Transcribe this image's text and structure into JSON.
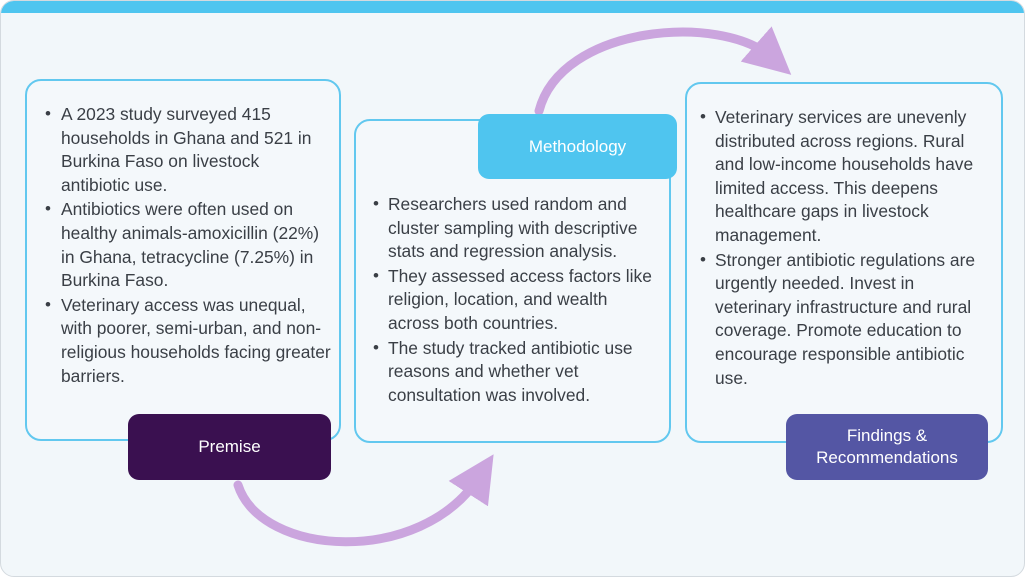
{
  "theme": {
    "accent_bar": "#4fc5ef",
    "card_border": "#62c8ef",
    "background": "#f2f7fa",
    "arrow": "#cba5de",
    "badge_premise_bg": "#3a1050",
    "badge_method_bg": "#4fc5ef",
    "badge_findings_bg": "#5456a4",
    "text": "#3a3f46"
  },
  "cards": {
    "premise": {
      "label": "Premise",
      "bullets": [
        "A 2023 study surveyed 415 households in Ghana and 521 in Burkina Faso on livestock antibiotic use.",
        "Antibiotics were often used on healthy animals-amoxicillin (22%) in Ghana, tetracycline (7.25%) in Burkina Faso.",
        "Veterinary access was unequal, with poorer, semi-urban, and non- religious households facing greater barriers."
      ]
    },
    "methodology": {
      "label": "Methodology",
      "bullets": [
        "Researchers used random and cluster sampling with descriptive stats and regression analysis.",
        "They assessed access factors like religion, location, and wealth across both countries.",
        "The study tracked antibiotic use reasons and whether vet consultation was involved."
      ]
    },
    "findings": {
      "label": "Findings & Recommendations",
      "label_line1": "Findings &",
      "label_line2": "Recommendations",
      "bullets": [
        "Veterinary services are unevenly distributed across regions. Rural and low-income households have limited access. This deepens healthcare gaps in livestock management.",
        "Stronger antibiotic regulations are urgently needed. Invest in veterinary infrastructure and rural coverage. Promote education to encourage responsible antibiotic use."
      ]
    }
  },
  "arrows": [
    {
      "name": "premise-to-methodology",
      "from": "premise",
      "to": "methodology"
    },
    {
      "name": "methodology-to-findings",
      "from": "methodology",
      "to": "findings"
    }
  ]
}
